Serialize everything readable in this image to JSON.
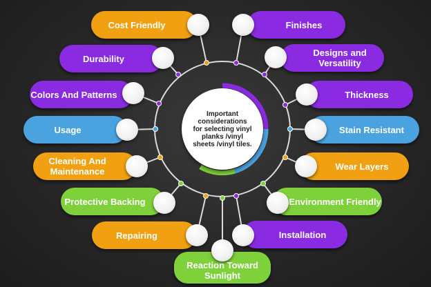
{
  "center_text": "Important considerations for selecting vinyl planks /vinyl sheets /vinyl tiles.",
  "colors": {
    "orange": "#f0a010",
    "purple": "#8a2be2",
    "blue": "#4aa3df",
    "green": "#7fd13b",
    "ring": "#dcdcdc"
  },
  "items": [
    {
      "label": "Cost Friendly",
      "color": "orange",
      "side": "left"
    },
    {
      "label": "Durability",
      "color": "purple",
      "side": "left"
    },
    {
      "label": "Colors And Patterns",
      "color": "purple",
      "side": "left"
    },
    {
      "label": "Usage",
      "color": "blue",
      "side": "left"
    },
    {
      "label": "Cleaning And Maintenance",
      "color": "orange",
      "side": "left"
    },
    {
      "label": "Protective Backing",
      "color": "green",
      "side": "left"
    },
    {
      "label": "Repairing",
      "color": "orange",
      "side": "left"
    },
    {
      "label": "Finishes",
      "color": "purple",
      "side": "right"
    },
    {
      "label": "Designs and Versatility",
      "color": "purple",
      "side": "right"
    },
    {
      "label": "Thickness",
      "color": "purple",
      "side": "right"
    },
    {
      "label": "Stain Resistant",
      "color": "blue",
      "side": "right"
    },
    {
      "label": "Wear Layers",
      "color": "orange",
      "side": "right"
    },
    {
      "label": "Environment Friendly",
      "color": "green",
      "side": "right"
    },
    {
      "label": "Installation",
      "color": "purple",
      "side": "right"
    },
    {
      "label": "Reaction Toward Sunlight",
      "color": "green",
      "side": "bottom"
    }
  ]
}
